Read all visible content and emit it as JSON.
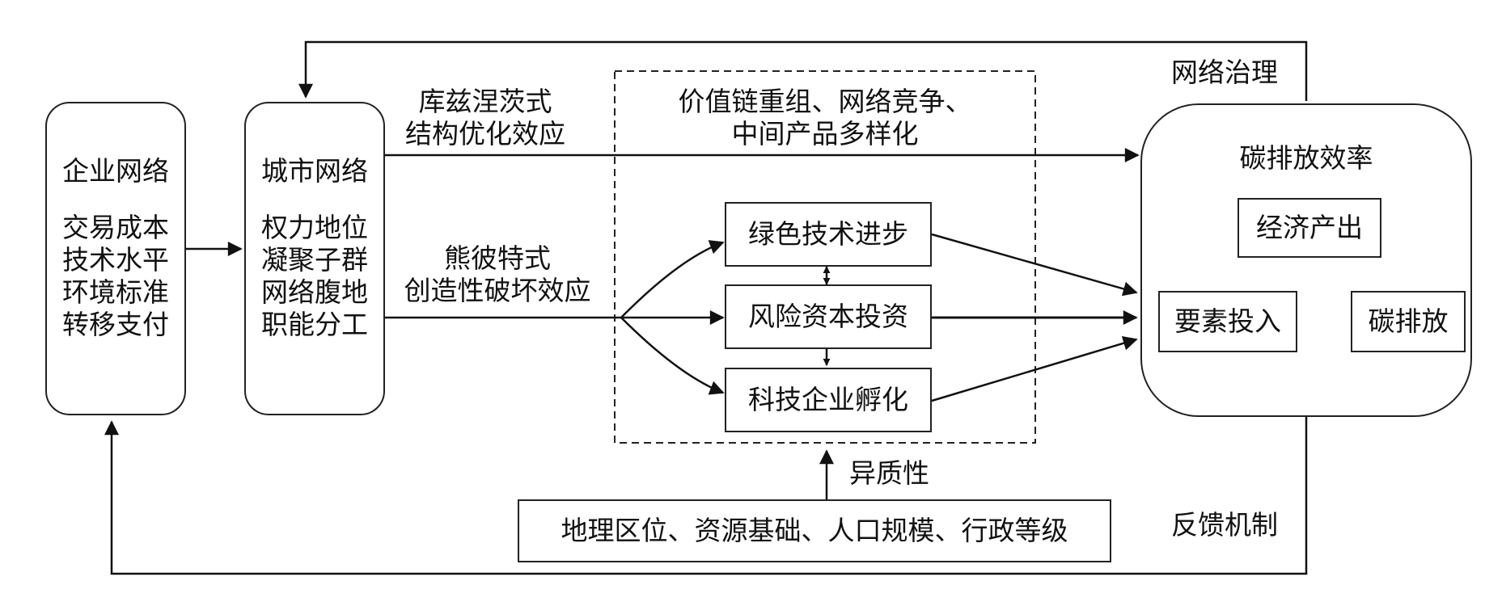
{
  "enterprise": {
    "title": "企业网络",
    "items": [
      "交易成本",
      "技术水平",
      "环境标准",
      "转移支付"
    ]
  },
  "city": {
    "title": "城市网络",
    "items": [
      "权力地位",
      "凝聚子群",
      "网络腹地",
      "职能分工"
    ]
  },
  "effects": {
    "kuznets_line1": "库兹涅茨式",
    "kuznets_line2": "结构优化效应",
    "schumpeter_line1": "熊彼特式",
    "schumpeter_line2": "创造性破坏效应"
  },
  "mechanism": {
    "value_line1": "价值链重组、网络竞争、",
    "value_line2": "中间产品多样化",
    "green": "绿色技术进步",
    "venture": "风险资本投资",
    "incubation": "科技企业孵化"
  },
  "outcome": {
    "title": "碳排放效率",
    "output": "经济产出",
    "input": "要素投入",
    "emission": "碳排放"
  },
  "heterogeneity": {
    "label": "异质性",
    "factors": "地理区位、资源基础、人口规模、行政等级"
  },
  "loops": {
    "governance": "网络治理",
    "feedback": "反馈机制"
  }
}
